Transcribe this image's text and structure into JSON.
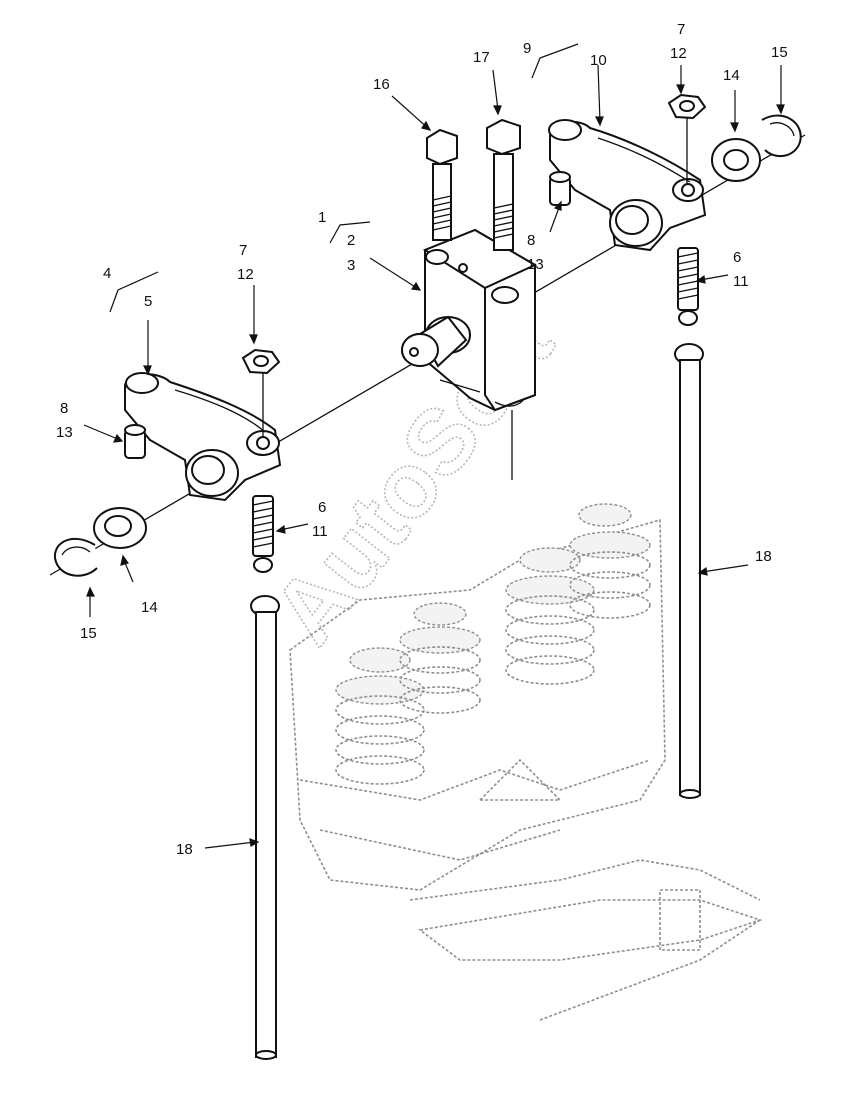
{
  "watermark": "AutoSoft",
  "callouts": [
    {
      "id": "c1",
      "text": "1"
    },
    {
      "id": "c2",
      "text": "2"
    },
    {
      "id": "c3",
      "text": "3"
    },
    {
      "id": "c4",
      "text": "4"
    },
    {
      "id": "c5",
      "text": "5"
    },
    {
      "id": "c6a",
      "text": "6"
    },
    {
      "id": "c6b",
      "text": "6"
    },
    {
      "id": "c7a",
      "text": "7"
    },
    {
      "id": "c7b",
      "text": "7"
    },
    {
      "id": "c8a",
      "text": "8"
    },
    {
      "id": "c8b",
      "text": "8"
    },
    {
      "id": "c9",
      "text": "9"
    },
    {
      "id": "c10",
      "text": "10"
    },
    {
      "id": "c11a",
      "text": "11"
    },
    {
      "id": "c11b",
      "text": "11"
    },
    {
      "id": "c12a",
      "text": "12"
    },
    {
      "id": "c12b",
      "text": "12"
    },
    {
      "id": "c13a",
      "text": "13"
    },
    {
      "id": "c13b",
      "text": "13"
    },
    {
      "id": "c14a",
      "text": "14"
    },
    {
      "id": "c14b",
      "text": "14"
    },
    {
      "id": "c15a",
      "text": "15"
    },
    {
      "id": "c15b",
      "text": "15"
    },
    {
      "id": "c16",
      "text": "16"
    },
    {
      "id": "c17",
      "text": "17"
    },
    {
      "id": "c18a",
      "text": "18"
    },
    {
      "id": "c18b",
      "text": "18"
    }
  ]
}
